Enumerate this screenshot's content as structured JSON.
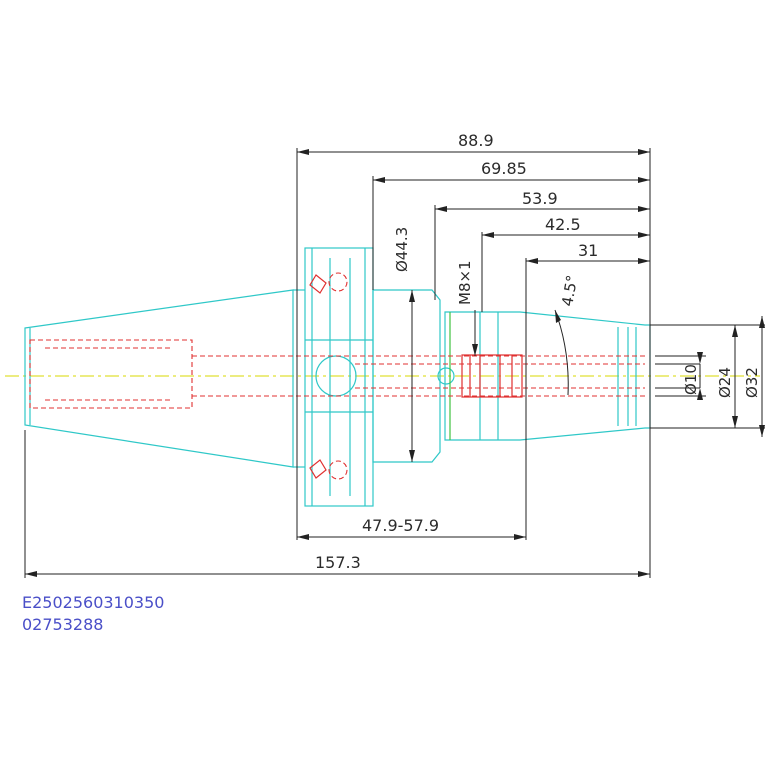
{
  "dimensions": {
    "overall_length": "157.3",
    "d88_9": "88.9",
    "d69_85": "69.85",
    "d53_9": "53.9",
    "d42_5": "42.5",
    "d31": "31",
    "gauge_range": "47.9-57.9",
    "flange_dia": "Ø44.3",
    "thread": "M8×1",
    "taper_angle": "4.5°",
    "dia10": "Ø10",
    "dia24": "Ø24",
    "dia32": "Ø32"
  },
  "codes": {
    "line1": "E2502560310350",
    "line2": "02753288"
  },
  "colors": {
    "outline": "#2fc8c8",
    "hidden": "#e03030",
    "centerline": "#d8d800",
    "dimension": "#222222",
    "code_text": "#4a4fc8"
  }
}
